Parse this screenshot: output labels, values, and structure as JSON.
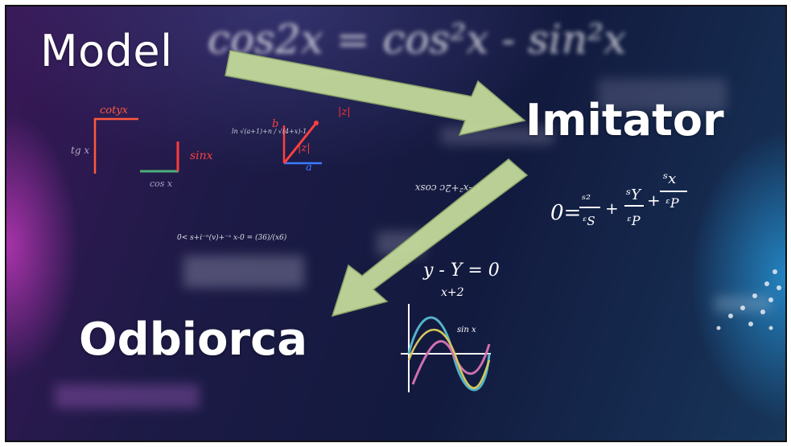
{
  "slide": {
    "labels": {
      "model": "Model",
      "imitator": "Imitator",
      "odbiorca": "Odbiorca"
    },
    "background_formula": "cos2x = cos²x - sin²x",
    "background_fragments": {
      "cotyx": "cotyx",
      "sinx": "sinx",
      "cosx": "cos x",
      "tgx": "tg x",
      "z": "|z|",
      "a": "a",
      "b": "b",
      "zero_eq": "0 = ",
      "y_eq": "y - Y = 0",
      "x2": "x+2",
      "sinx_small": "sin x"
    },
    "colors": {
      "arrow_fill": "#c2d99a",
      "arrow_stroke": "#8fa96a",
      "text": "#ffffff"
    }
  }
}
